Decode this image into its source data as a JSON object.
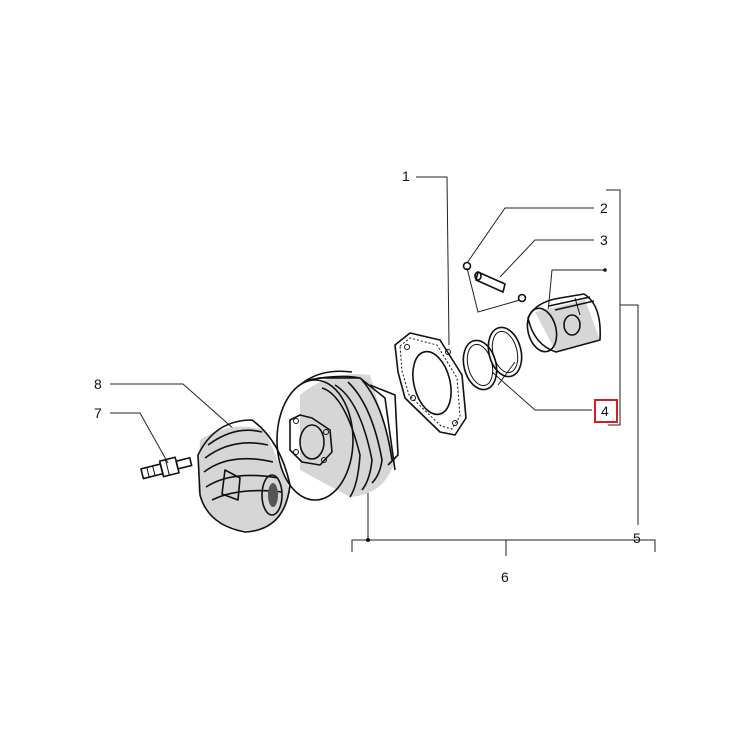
{
  "callouts": {
    "c1": "1",
    "c2": "2",
    "c3": "3",
    "c4": "4",
    "c5": "5",
    "c6": "6",
    "c7": "7",
    "c8": "8"
  },
  "highlight": {
    "callout": "4",
    "color": "#d21f26"
  },
  "icons": [
    "spark-plug",
    "cylinder-head",
    "cylinder",
    "gasket",
    "piston-rings",
    "piston",
    "piston-pin",
    "circlip"
  ]
}
